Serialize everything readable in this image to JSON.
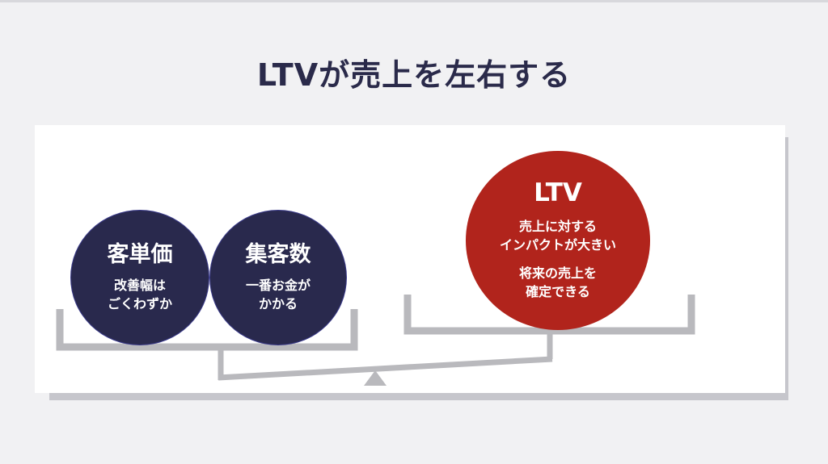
{
  "title": "LTVが売上を左右する",
  "colors": {
    "navy": "#29294d",
    "red": "#b1241c",
    "beam": "#b9b9bd",
    "card": "#ffffff",
    "background": "#f1f1f3",
    "title_text": "#2a2a4a"
  },
  "left_pan": {
    "circles": [
      {
        "title": "客単価",
        "text": "改善幅は\nごくわずか"
      },
      {
        "title": "集客数",
        "text": "一番お金が\nかかる"
      }
    ]
  },
  "right_pan": {
    "circle": {
      "title": "LTV",
      "text_1": "売上に対する\nインパクトが大きい",
      "text_2": "将来の売上を\n確定できる"
    }
  }
}
